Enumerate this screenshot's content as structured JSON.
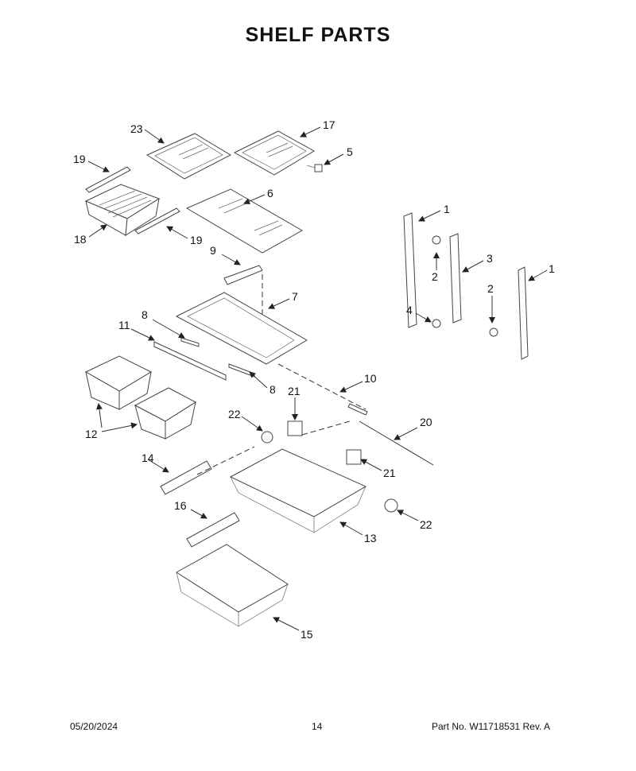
{
  "title": "SHELF PARTS",
  "footer": {
    "date": "05/20/2024",
    "page": "14",
    "part_no": "Part No.  W11718531   Rev.  A"
  },
  "callouts": [
    "23",
    "17",
    "5",
    "19",
    "6",
    "18",
    "19",
    "9",
    "1",
    "3",
    "2",
    "1",
    "7",
    "2",
    "4",
    "8",
    "11",
    "10",
    "8",
    "21",
    "20",
    "22",
    "12",
    "14",
    "21",
    "22",
    "16",
    "13",
    "15"
  ]
}
